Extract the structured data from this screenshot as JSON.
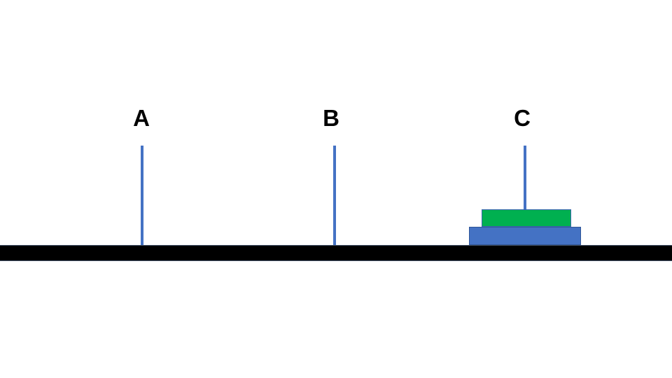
{
  "diagram": {
    "type": "tower-of-hanoi",
    "pegs": [
      {
        "label": "A",
        "disks": []
      },
      {
        "label": "B",
        "disks": []
      },
      {
        "label": "C",
        "disks": [
          "large-blue-disk",
          "small-green-disk"
        ]
      }
    ],
    "disks": [
      {
        "name": "large-blue-disk",
        "peg": "C",
        "stack_position": "bottom",
        "fill": "#4472C4",
        "border": "#2F5597"
      },
      {
        "name": "small-green-disk",
        "peg": "C",
        "stack_position": "top",
        "fill": "#00B050",
        "border": "#3A66B0"
      }
    ]
  },
  "colors": {
    "background": "#FFFFFF",
    "peg": "#4472C4",
    "base": "#000000",
    "base_border": "#44546A",
    "disk_large_fill": "#4472C4",
    "disk_large_border": "#2F5597",
    "disk_small_fill": "#00B050",
    "disk_small_border": "#3A66B0",
    "label_text": "#000000"
  }
}
